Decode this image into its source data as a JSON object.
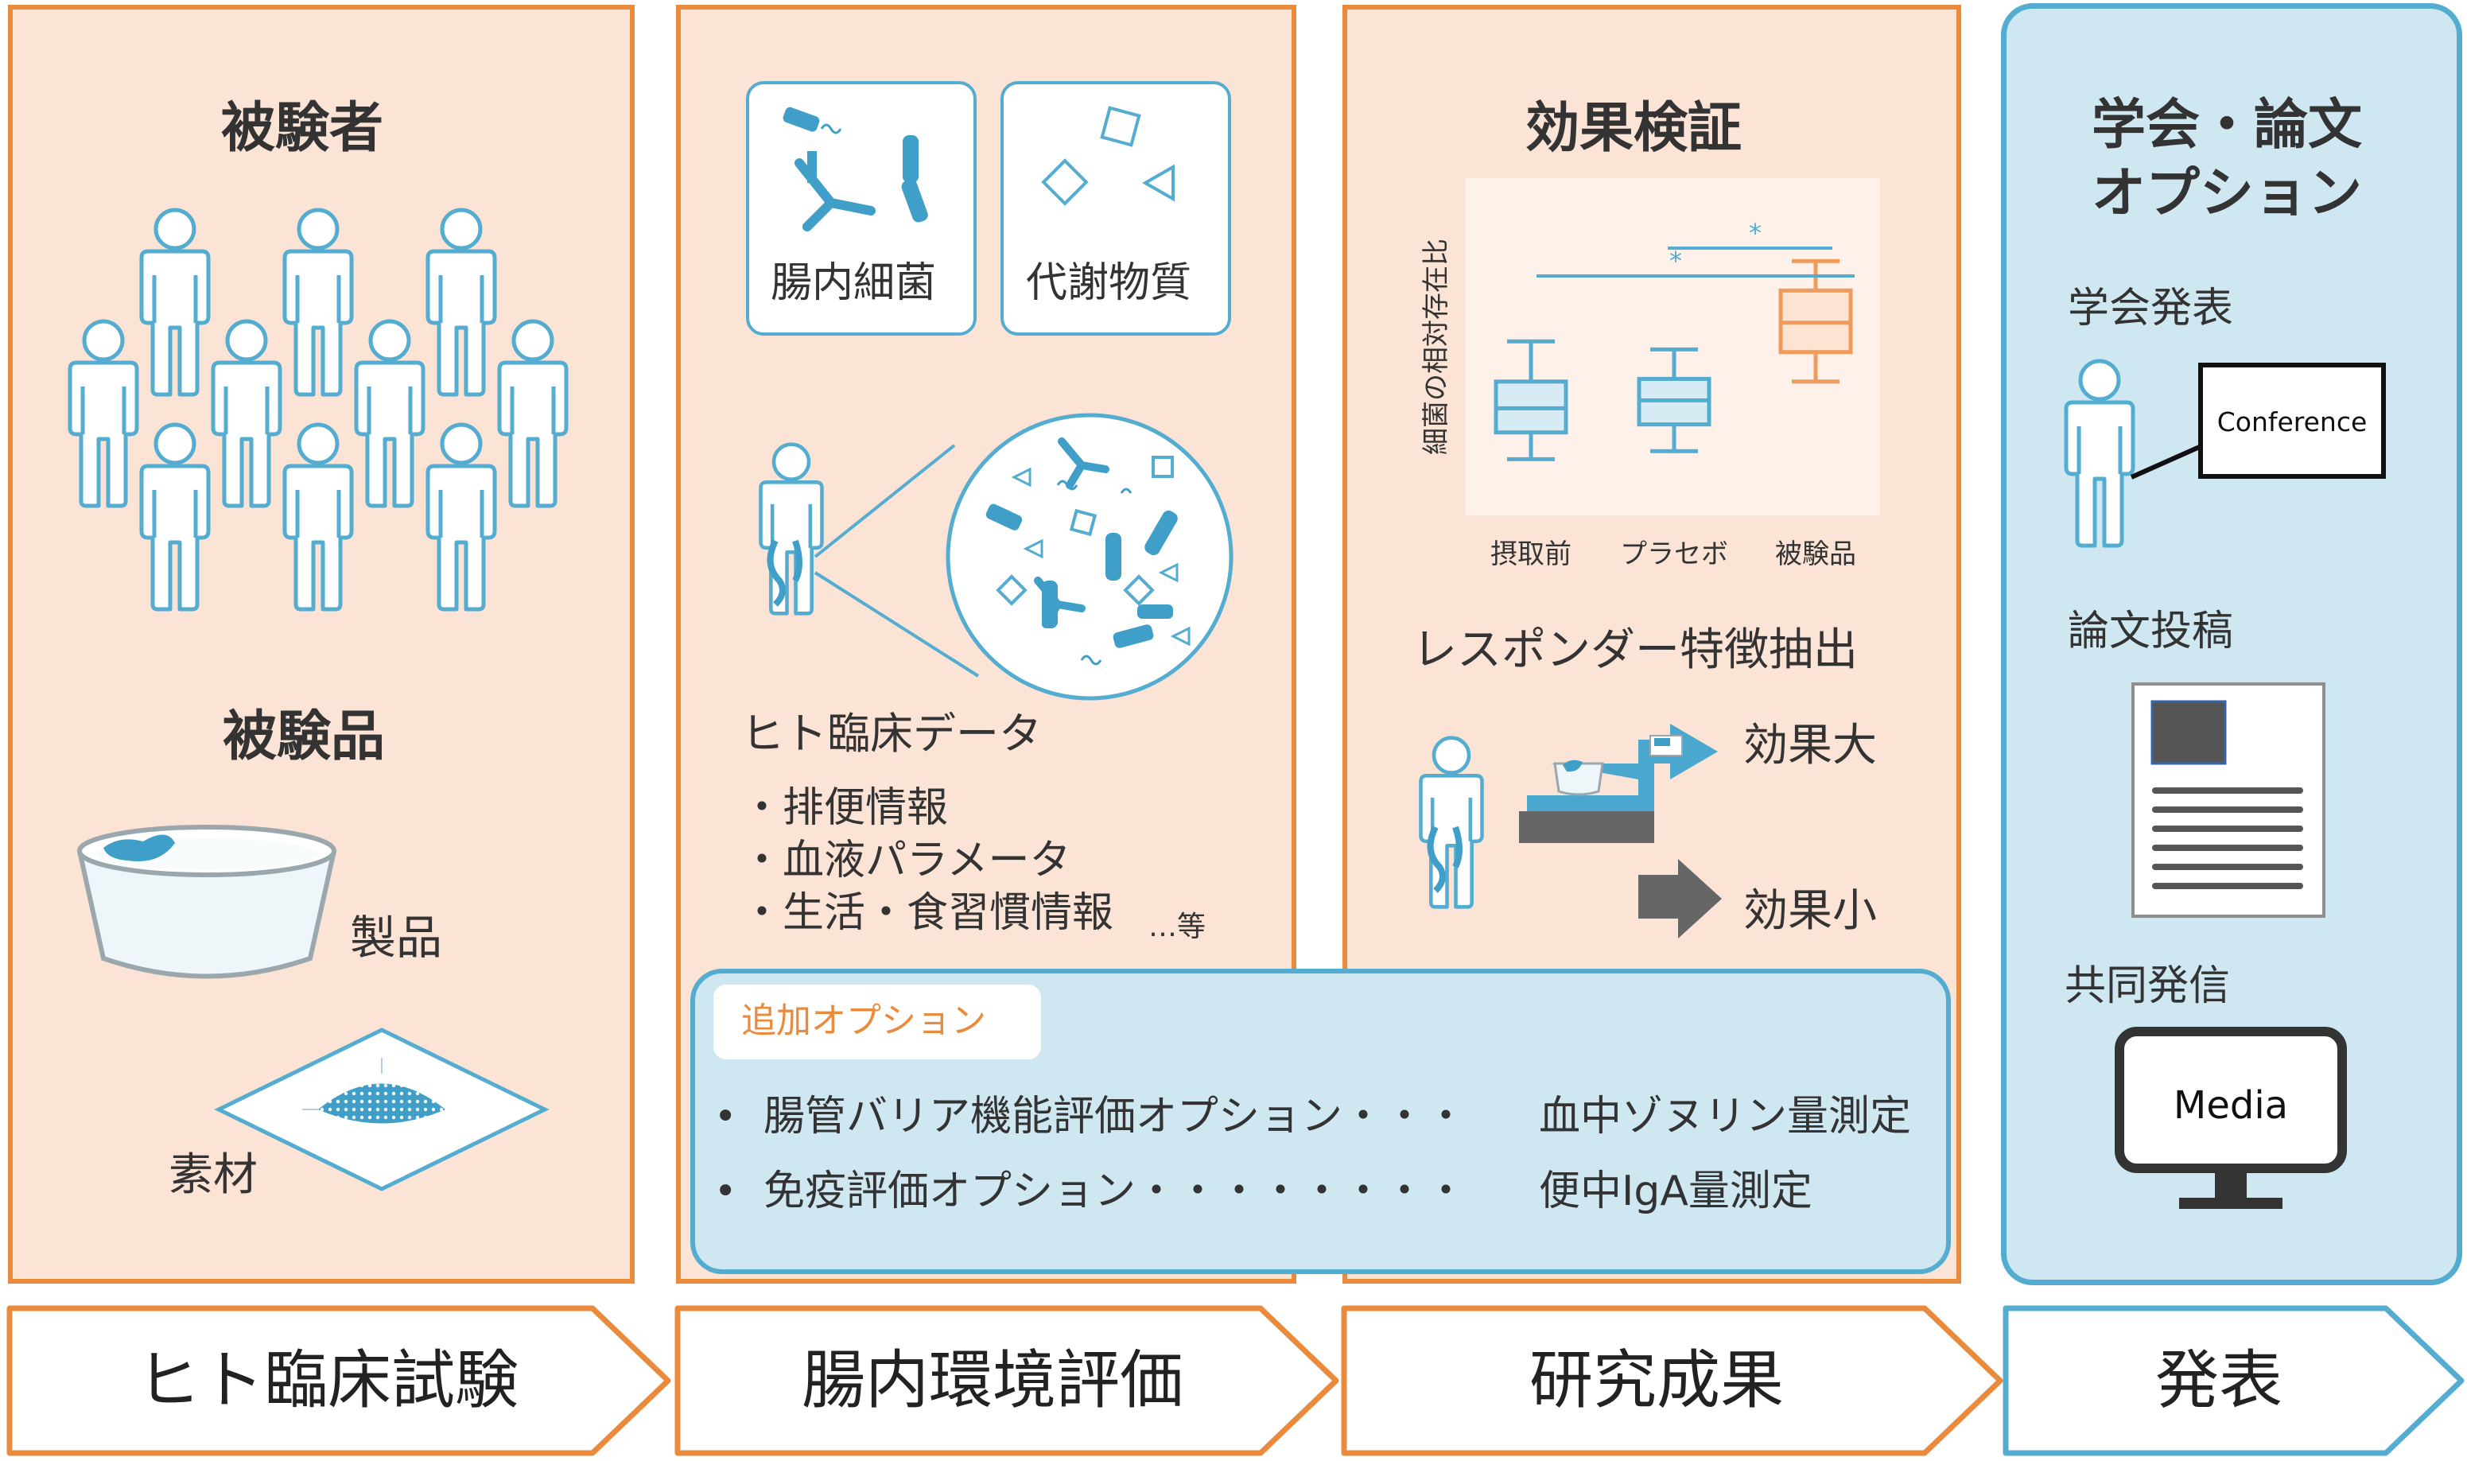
{
  "panel1": {
    "subjects_title": "被験者",
    "test_item_title": "被験品",
    "product_label": "製品",
    "material_label": "素材"
  },
  "panel2": {
    "gut_bacteria_label": "腸内細菌",
    "metabolites_label": "代謝物質",
    "clinical_data_title": "ヒト臨床データ",
    "clinical_items": [
      "・排便情報",
      "・血液パラメータ",
      "・生活・食習慣情報"
    ],
    "etc_label": "…等"
  },
  "panel3": {
    "title": "効果検証",
    "chart_ylabel": "細菌の相対存在比",
    "chart_categories": [
      "摂取前",
      "プラセボ",
      "被験品"
    ],
    "significance_mark": "*",
    "responder_title": "レスポンダー特徴抽出",
    "effect_large": "効果大",
    "effect_small": "効果小"
  },
  "panel4": {
    "title_line1": "学会・論文",
    "title_line2": "オプション",
    "conference_title": "学会発表",
    "conference_screen": "Conference",
    "paper_title": "論文投稿",
    "joint_title": "共同発信",
    "media_screen": "Media"
  },
  "options": {
    "tag": "追加オプション",
    "items": [
      {
        "bullet": "•",
        "name": "腸管バリア機能評価オプション・・・",
        "detail": "血中ゾヌリン量測定"
      },
      {
        "bullet": "•",
        "name": "免疫評価オプション・・・・・・・・",
        "detail": "便中IgA量測定"
      }
    ]
  },
  "steps": [
    "ヒト臨床試験",
    "腸内環境評価",
    "研究成果",
    "発表"
  ],
  "colors": {
    "orange": "#e98a3d",
    "peach": "#fbe3d6",
    "blue": "#54add0",
    "light_blue": "#cfe7f1",
    "gray": "#6b6b6b"
  },
  "chart_data": {
    "type": "box",
    "categories": [
      "摂取前",
      "プラセボ",
      "被験品"
    ],
    "ylabel": "細菌の相対存在比",
    "series": [
      {
        "values": [
          {
            "min": 0.18,
            "q1": 0.28,
            "median": 0.37,
            "q3": 0.47,
            "max": 0.62
          },
          {
            "min": 0.21,
            "q1": 0.31,
            "median": 0.4,
            "q3": 0.48,
            "max": 0.59
          },
          {
            "min": 0.47,
            "q1": 0.58,
            "median": 0.69,
            "q3": 0.81,
            "max": 0.92
          }
        ]
      }
    ],
    "significance": [
      {
        "from": "プラセボ",
        "to": "被験品",
        "label": "*"
      },
      {
        "from": "摂取前",
        "to": "被験品",
        "label": "*"
      }
    ],
    "colors": [
      "#54add0",
      "#54add0",
      "#f09a5b"
    ],
    "ylim": [
      0,
      1.2
    ]
  }
}
